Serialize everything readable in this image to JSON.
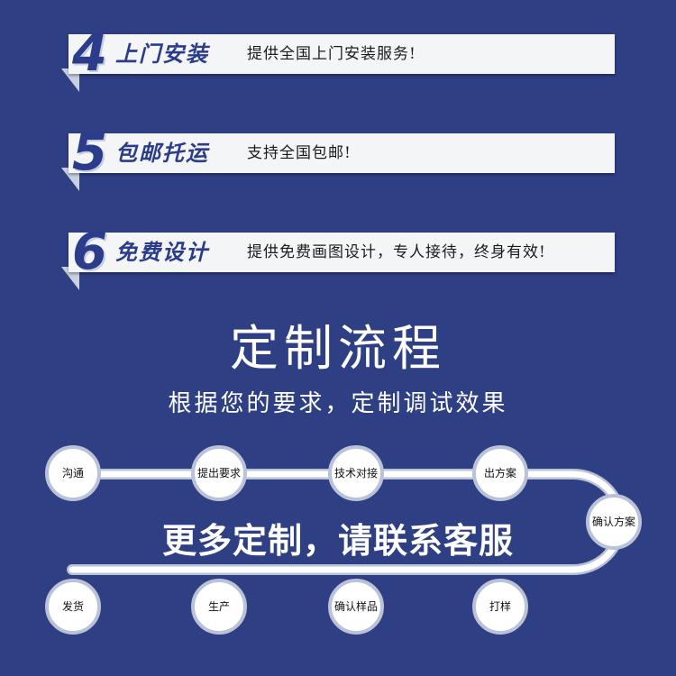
{
  "services": [
    {
      "number": "4",
      "name": "上门安装",
      "description": "提供全国上门安装服务!"
    },
    {
      "number": "5",
      "name": "包邮托运",
      "description": "支持全国包邮!"
    },
    {
      "number": "6",
      "name": "免费设计",
      "description": "提供免费画图设计，专人接待，终身有效!"
    }
  ],
  "process": {
    "title": "定制流程",
    "subtitle": "根据您的要求，定制调试效果",
    "steps": [
      "沟通",
      "提出要求",
      "技术对接",
      "出方案",
      "确认方案",
      "打样",
      "确认样品",
      "生产",
      "发货"
    ]
  },
  "cta": "更多定制，请联系客服",
  "colors": {
    "background": "#2f3f84",
    "accent": "#2b3c8a",
    "bar": "#f4f5f7",
    "node_border": "#b9c2d6"
  }
}
